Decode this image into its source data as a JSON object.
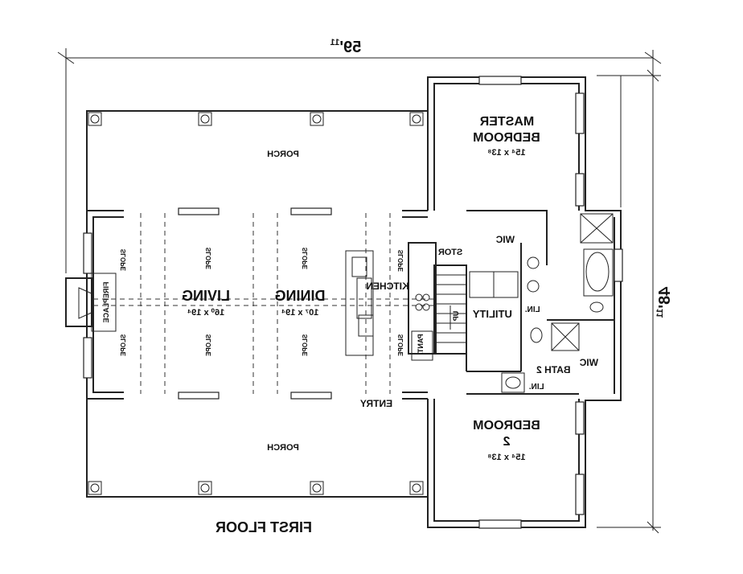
{
  "dimensions": {
    "width_label": "59'",
    "width_sup": "11",
    "depth_label": "48'",
    "depth_sup": "11"
  },
  "title": "FIRST FLOOR",
  "rooms": {
    "porch_top": "PORCH",
    "porch_bottom": "PORCH",
    "master_line1": "MASTER",
    "master_line2": "BEDROOM",
    "master_size": "15⁴ x 13⁸",
    "living": "LIVING",
    "living_size": "16⁰ x 19⁴",
    "dining": "DINING",
    "dining_size": "10⁷ x 19⁴",
    "kitchen": "KITCHEN",
    "wic_top": "WIC",
    "stor": "STOR",
    "utility": "UTILITY",
    "lin_1": "LIN.",
    "lin_2": "LIN.",
    "wic_right": "WIC",
    "bath2": "BATH 2",
    "pantry": "PANT.",
    "entry": "ENTRY",
    "bedroom2_line1": "BEDROOM",
    "bedroom2_line2": "2",
    "bedroom2_size": "15⁴ x 13⁸",
    "fireplace": "FIREPLACE",
    "up": "UP",
    "slope": "SLOPE"
  }
}
